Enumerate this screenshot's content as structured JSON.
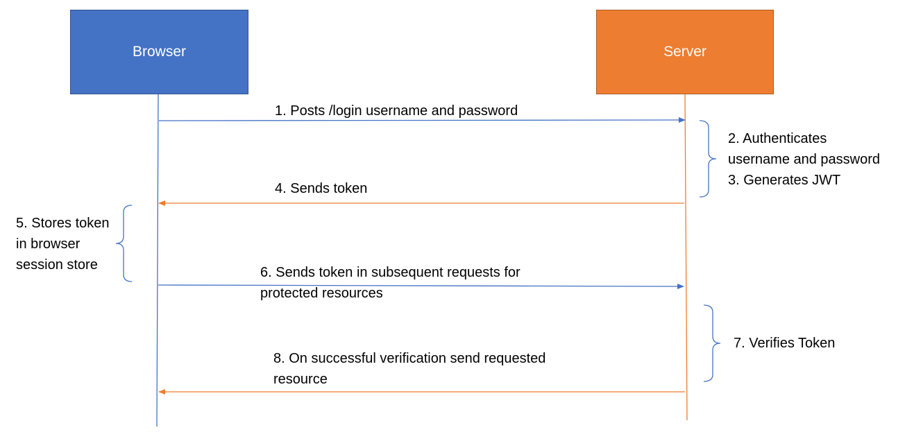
{
  "actors": {
    "browser": "Browser",
    "server": "Server"
  },
  "messages": {
    "m1": "1. Posts /login username and password",
    "m4": "4. Sends token",
    "m6_line1": "6. Sends token in subsequent requests for",
    "m6_line2": "protected resources",
    "m8_line1": "8. On successful verification send requested",
    "m8_line2": "resource"
  },
  "notes": {
    "n2_line1": "2. Authenticates",
    "n2_line2": "username and password",
    "n3": "3. Generates JWT",
    "n5_line1": "5. Stores token",
    "n5_line2": "in browser",
    "n5_line3": "session store",
    "n7": "7. Verifies Token"
  },
  "colors": {
    "browser": "#4472c4",
    "server": "#ed7d31"
  }
}
